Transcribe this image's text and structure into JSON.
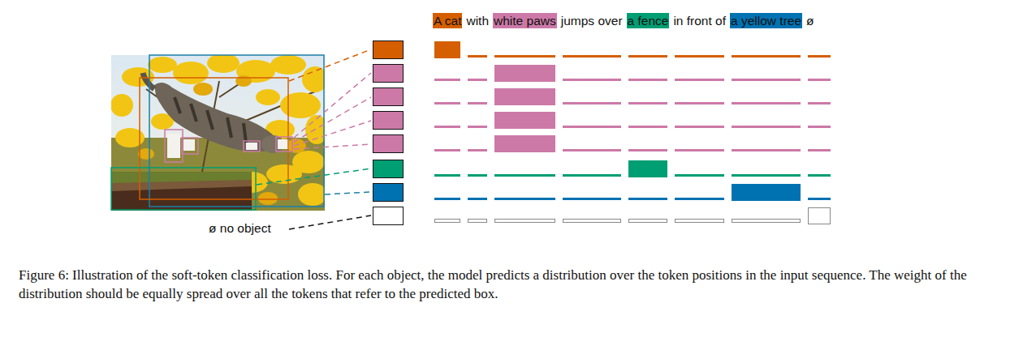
{
  "diagram": {
    "caption": "Figure 6: Illustration of the soft-token classification loss. For each object, the model predicts a distribution over the token positions in the input sequence. The weight of the distribution should be equally spread over all the tokens that refer to the predicted box.",
    "nodes": [
      {
        "text": [
          "A cat"
        ]
      },
      {
        "text": [
          "white paws"
        ]
      },
      {
        "text": [
          "a fence"
        ]
      },
      {
        "text": [
          "a yellow tree"
        ]
      }
    ],
    "labels": [
      "with",
      "jumps over",
      "in front of",
      "ø",
      "ø no object"
    ]
  }
}
